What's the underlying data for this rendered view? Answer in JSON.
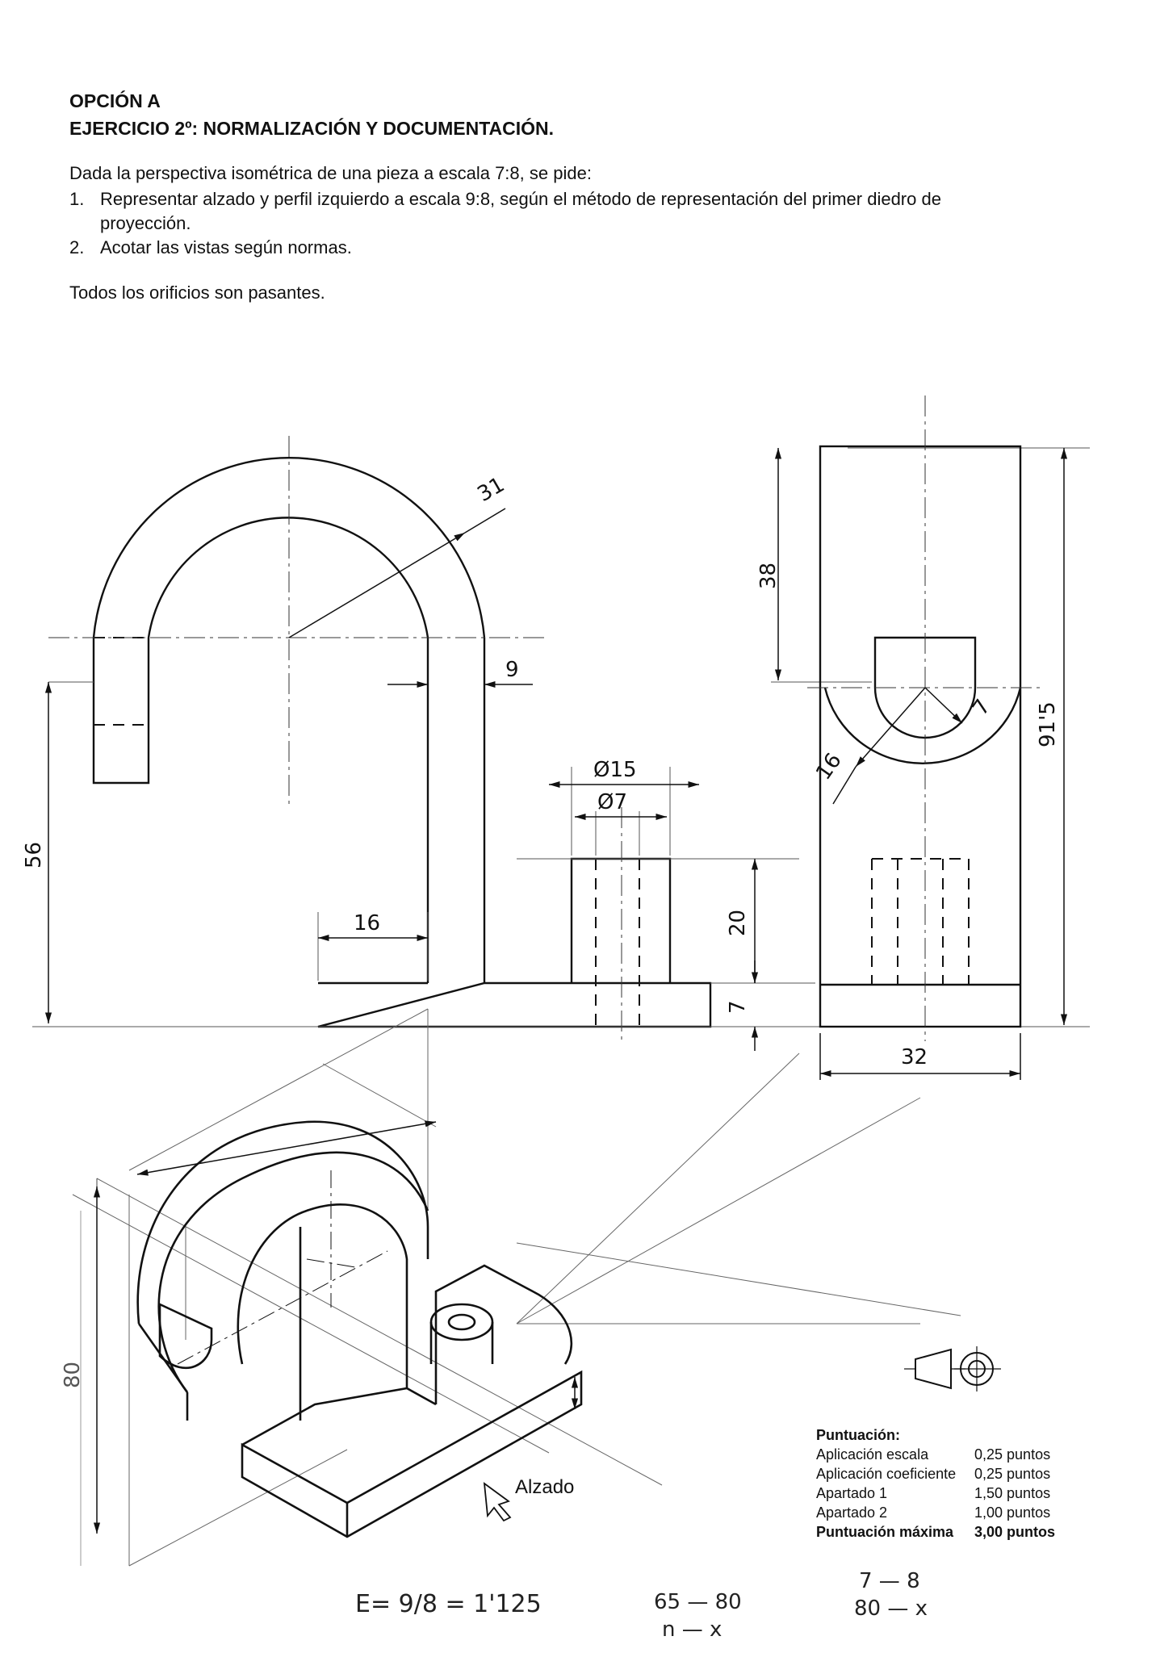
{
  "header": {
    "option": "OPCIÓN A",
    "exercise": "EJERCICIO 2º: NORMALIZACIÓN Y DOCUMENTACIÓN.",
    "intro": "Dada la perspectiva isométrica de una pieza a escala 7:8, se pide:",
    "steps": [
      {
        "num": "1.",
        "text": "Representar alzado y perfil izquierdo a escala 9:8, según el método de representación del primer diedro de proyección."
      },
      {
        "num": "2.",
        "text": "Acotar las vistas según normas."
      }
    ],
    "note": "Todos los orificios son pasantes."
  },
  "dimensions": {
    "front_radius": "31",
    "front_thickness": "9",
    "front_height": "56",
    "front_base_width": "16",
    "boss_outer": "Ø15",
    "boss_inner": "Ø7",
    "boss_height": "20",
    "base_height": "7",
    "side_top": "38",
    "side_total": "91'5",
    "side_width": "32",
    "side_big_r": "16",
    "side_small_r": "7",
    "iso_height": "80"
  },
  "labels": {
    "view_arrow": "Alzado"
  },
  "scoring": {
    "title": "Puntuación:",
    "rows": [
      {
        "label": "Aplicación escala",
        "value": "0,25 puntos"
      },
      {
        "label": "Aplicación coeficiente",
        "value": "0,25 puntos"
      },
      {
        "label": "Apartado 1",
        "value": "1,50 puntos"
      },
      {
        "label": "Apartado 2",
        "value": "1,00 puntos"
      }
    ],
    "max_label": "Puntuación máxima",
    "max_value": "3,00 puntos"
  },
  "handwritten": {
    "scale": "E= 9/8 = 1'125",
    "ratio1_top": "65 — 80",
    "ratio1_bottom": "n — x",
    "ratio2_top": "7 — 8",
    "ratio2_bottom": "80 — x"
  }
}
